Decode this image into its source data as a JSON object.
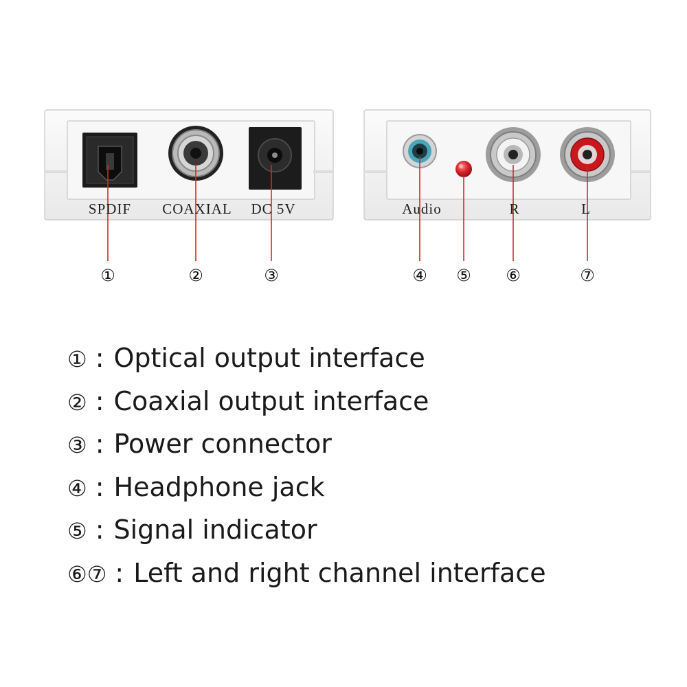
{
  "left_device": {
    "ports": [
      {
        "id": "spdif",
        "label": "SPDIF",
        "callout": "①"
      },
      {
        "id": "coaxial",
        "label": "COAXIAL",
        "callout": "②"
      },
      {
        "id": "dc5v",
        "label": "DC 5V",
        "callout": "③"
      }
    ]
  },
  "right_device": {
    "ports": [
      {
        "id": "audio",
        "label": "Audio",
        "callout": "④"
      },
      {
        "id": "indicator",
        "label": "",
        "callout": "⑤"
      },
      {
        "id": "rca-r",
        "label": "R",
        "callout": "⑥"
      },
      {
        "id": "rca-l",
        "label": "L",
        "callout": "⑦"
      }
    ]
  },
  "legend": [
    {
      "nums": "①",
      "separator": ":",
      "text": "Optical output interface"
    },
    {
      "nums": "②",
      "separator": ":",
      "text": "Coaxial output interface"
    },
    {
      "nums": "③",
      "separator": ":",
      "text": "Power connector"
    },
    {
      "nums": "④",
      "separator": ":",
      "text": "Headphone jack"
    },
    {
      "nums": "⑤",
      "separator": ":",
      "text": "Signal indicator"
    },
    {
      "nums": "⑥⑦",
      "separator": ":",
      "text": "Left and right channel interface"
    }
  ],
  "colors": {
    "callout_line": "#d9252a",
    "device_body": "#f4f4f4",
    "led": "#d7262c",
    "rca_red": "#c8171d",
    "jack_teal": "#4aa6b8"
  }
}
